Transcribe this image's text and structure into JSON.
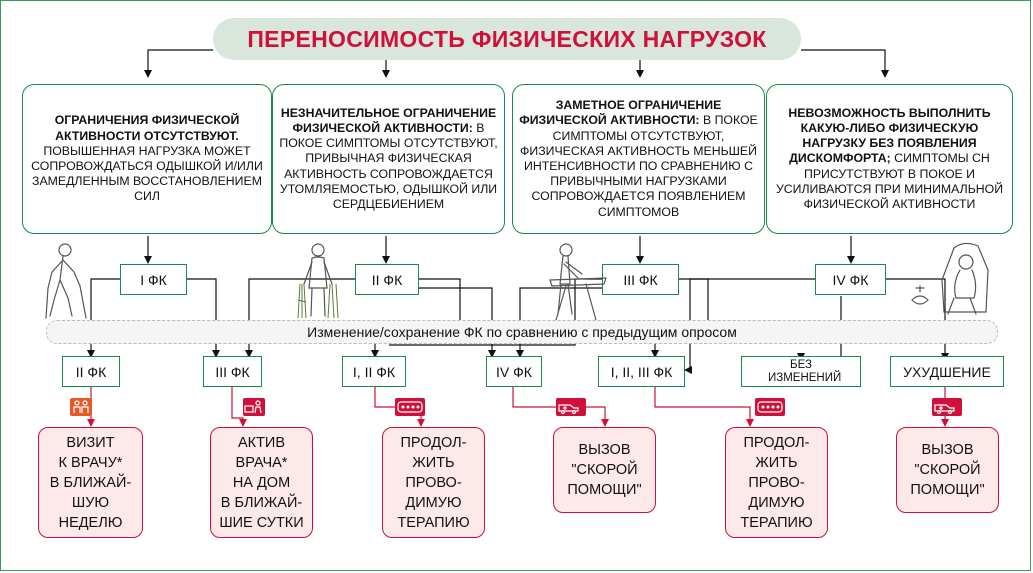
{
  "title": "ПЕРЕНОСИМОСТЬ ФИЗИЧЕСКИХ НАГРУЗОК",
  "colors": {
    "accent_red": "#d0103a",
    "accent_green": "#1a8a4a",
    "title_bg": "#d9e6dc",
    "action_bg": "#fde8ea",
    "icon_orange": "#e65a2a"
  },
  "classes": [
    {
      "bold": "ОГРАНИЧЕНИЯ ФИЗИЧЕСКОЙ АКТИВНОСТИ ОТСУТСТВУЮТ.",
      "text": " ПОВЫШЕННАЯ НАГРУЗКА МОЖЕТ СОПРОВОЖДАТЬСЯ ОДЫШКОЙ И/ИЛИ ЗАМЕДЛЕННЫМ ВОССТАНОВЛЕНИЕМ СИЛ",
      "fk": "I ФК"
    },
    {
      "bold": "НЕЗНАЧИТЕЛЬНОЕ ОГРАНИЧЕНИЕ ФИЗИЧЕСКОЙ АКТИВНОСТИ:",
      "text": " В ПОКОЕ СИМПТОМЫ ОТСУТСТВУЮТ, ПРИВЫЧНАЯ ФИЗИЧЕСКАЯ АКТИВНОСТЬ СОПРОВОЖДАЕТСЯ УТОМЛЯЕМОСТЬЮ, ОДЫШКОЙ ИЛИ СЕРДЦЕБИЕНИЕМ",
      "fk": "II ФК"
    },
    {
      "bold": "ЗАМЕТНОЕ ОГРАНИЧЕНИЕ ФИЗИЧЕСКОЙ АКТИВНОСТИ:",
      "text": " В ПОКОЕ СИМПТОМЫ ОТСУТСТВУЮТ, ФИЗИЧЕСКАЯ АКТИВНОСТЬ МЕНЬШЕЙ ИНТЕНСИВНОСТИ ПО СРАВНЕНИЮ С ПРИВЫЧНЫМИ НАГРУЗКАМИ СОПРОВОЖДАЕТСЯ ПОЯВЛЕНИЕМ СИМПТОМОВ",
      "fk": "III ФК"
    },
    {
      "bold": "НЕВОЗМОЖНОСТЬ ВЫПОЛНИТЬ КАКУЮ-ЛИБО ФИЗИЧЕСКУЮ НАГРУЗКУ БЕЗ ПОЯВЛЕНИЯ ДИСКОМФОРТА;",
      "text": " СИМПТОМЫ СН ПРИСУТСТВУЮТ В ПОКОЕ И УСИЛИВАЮТСЯ ПРИ МИНИМАЛЬНОЙ ФИЗИЧЕСКОЙ АКТИВНОСТИ",
      "fk": "IV ФК"
    }
  ],
  "band_label": "Изменение/сохранение ФК по сравнению с предыдущим опросом",
  "outcomes": [
    {
      "label": "II ФК",
      "icon": "doctor-visit-icon"
    },
    {
      "label": "III ФК",
      "icon": "home-visit-icon"
    },
    {
      "label": "I, II ФК",
      "icon": "pills-icon"
    },
    {
      "label": "IV ФК",
      "icon": "ambulance-icon"
    },
    {
      "label": "I, II, III ФК",
      "icon": "pills-icon"
    },
    {
      "label": "БЕЗ ИЗМЕНЕНИЙ",
      "icon": ""
    },
    {
      "label": "УХУДШЕНИЕ",
      "icon": "ambulance-icon"
    }
  ],
  "actions": [
    "ВИЗИТ\nК ВРАЧУ*\nВ БЛИЖАЙ-\nШУЮ\nНЕДЕЛЮ",
    "АКТИВ\nВРАЧА*\nНА ДОМ\nВ БЛИЖАЙ-\nШИЕ СУТКИ",
    "ПРОДОЛ-\nЖИТЬ\nПРОВО-\nДИМУЮ\nТЕРАПИЮ",
    "ВЫЗОВ\n\"СКОРОЙ\nПОМОЩИ\"",
    "ПРОДОЛ-\nЖИТЬ\nПРОВО-\nДИМУЮ\nТЕРАПИЮ",
    "ВЫЗОВ\n\"СКОРОЙ\nПОМОЩИ\""
  ]
}
